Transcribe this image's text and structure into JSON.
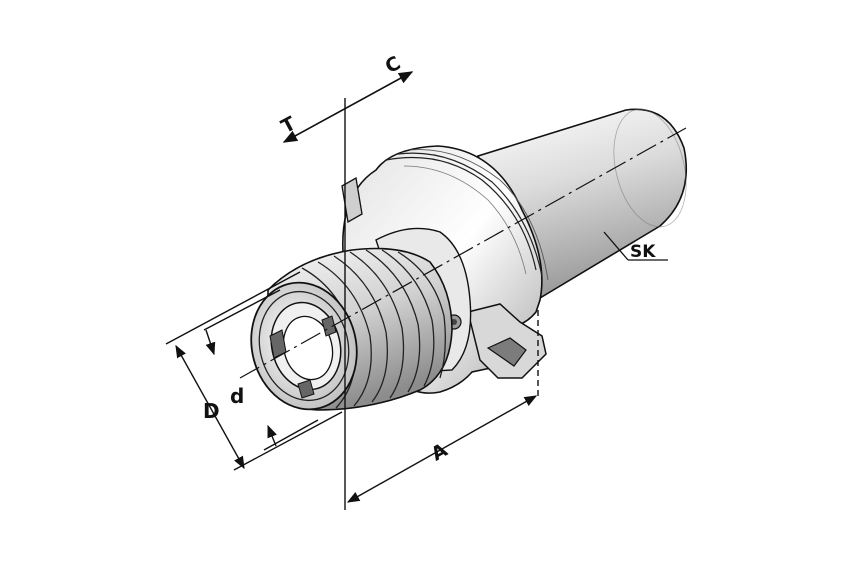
{
  "diagram": {
    "labels": {
      "C": "C",
      "T": "T",
      "SK": "SK",
      "D": "D",
      "d": "d",
      "A": "A"
    },
    "colors": {
      "line": "#111111",
      "metal_light": "#f4f4f4",
      "metal_mid": "#c9c9c9",
      "metal_dark": "#8a8a8a",
      "background": "#ffffff"
    }
  }
}
